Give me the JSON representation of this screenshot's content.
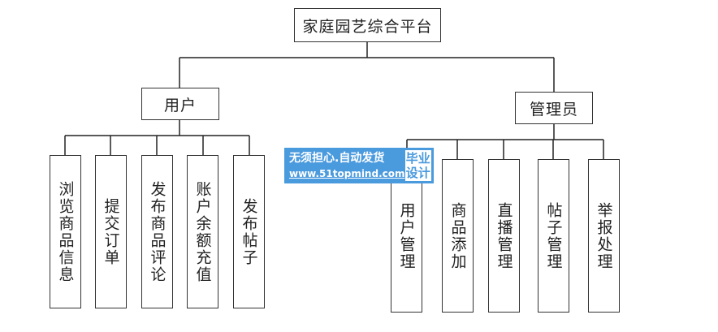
{
  "diagram": {
    "root": "家庭园艺综合平台",
    "branches": [
      {
        "label": "用户",
        "children": [
          "浏览商品信息",
          "提交订单",
          "发布商品评论",
          "账户余额充值",
          "发布帖子"
        ]
      },
      {
        "label": "管理员",
        "children": [
          "用户管理",
          "商品添加",
          "直播管理",
          "帖子管理",
          "举报处理"
        ]
      }
    ]
  },
  "watermark": {
    "line1": "无须担心.自动发货",
    "line2": "www.51topmind.com",
    "badge_top": "毕业",
    "badge_bottom": "设计",
    "color": "#4a9ade"
  }
}
